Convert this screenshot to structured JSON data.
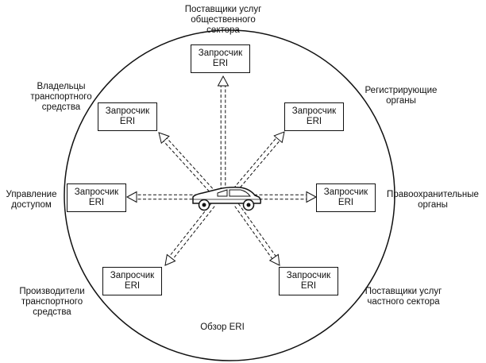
{
  "diagram": {
    "caption": "Обзор ERI",
    "requester": {
      "line1": "Запросчик",
      "line2": "ERI"
    },
    "sectors": {
      "top": [
        "Поставщики услуг",
        "общественного",
        "сектора"
      ],
      "upper_left": [
        "Владельцы",
        "транспортного",
        "средства"
      ],
      "upper_right": [
        "Регистрирующие",
        "органы"
      ],
      "left": [
        "Управление",
        "доступом"
      ],
      "right": [
        "Правоохранительные",
        "органы"
      ],
      "lower_left": [
        "Производители",
        "транспортного",
        "средства"
      ],
      "lower_right": [
        "Поставщики услуг",
        "частного сектора"
      ]
    }
  }
}
